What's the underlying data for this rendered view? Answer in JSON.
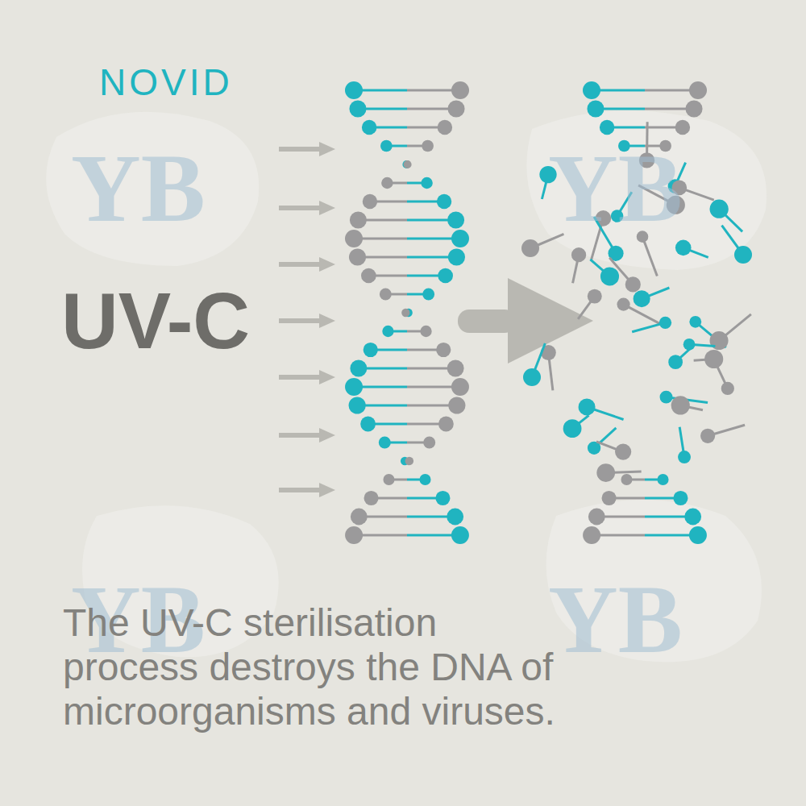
{
  "diagram": {
    "caption": "The UV-C sterilisation process destroys the DNA of microorganisms and viruses.",
    "labels": [
      "NOVID",
      "UV-C",
      "YB",
      "YB",
      "YB",
      "YB"
    ]
  }
}
